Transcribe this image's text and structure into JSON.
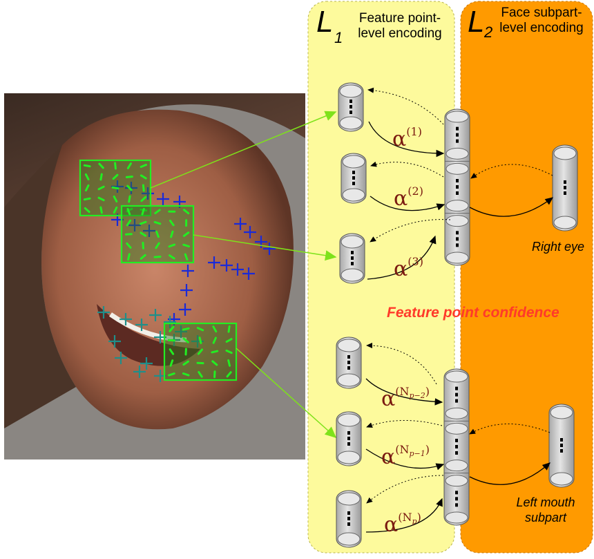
{
  "layers": {
    "l1": {
      "letter": "L",
      "index": "1",
      "title_line1": "Feature point-",
      "title_line2": "level encoding"
    },
    "l2": {
      "letter": "L",
      "index": "2",
      "title_line1": "Face subpart-",
      "title_line2": "level encoding"
    }
  },
  "labels": {
    "right_eye": "Right eye",
    "left_mouth_line1": "Left mouth",
    "left_mouth_line2": "subpart",
    "confidence": "Feature point confidence"
  },
  "weights": {
    "a1": {
      "symbol": "α",
      "sup": "(1)"
    },
    "a2": {
      "symbol": "α",
      "sup": "(2)"
    },
    "a3": {
      "symbol": "α",
      "sup": "(3)"
    },
    "an2": {
      "symbol": "α",
      "sup_open": "(N",
      "sub": "p−2",
      "sup_close": ")"
    },
    "an1": {
      "symbol": "α",
      "sup_open": "(N",
      "sub": "p−1",
      "sup_close": ")"
    },
    "an": {
      "symbol": "α",
      "sup_open": "(N",
      "sub": "p",
      "sup_close": ")"
    }
  },
  "colors": {
    "layer1_bg": "#fdfa9c",
    "layer2_bg": "#ff9a00",
    "confidence_text": "#ff3a2a",
    "alpha_text": "#7a1a10",
    "patch_green": "#22ee22",
    "marker_blue": "#1a2ad8",
    "marker_teal": "#1f8f8a"
  }
}
